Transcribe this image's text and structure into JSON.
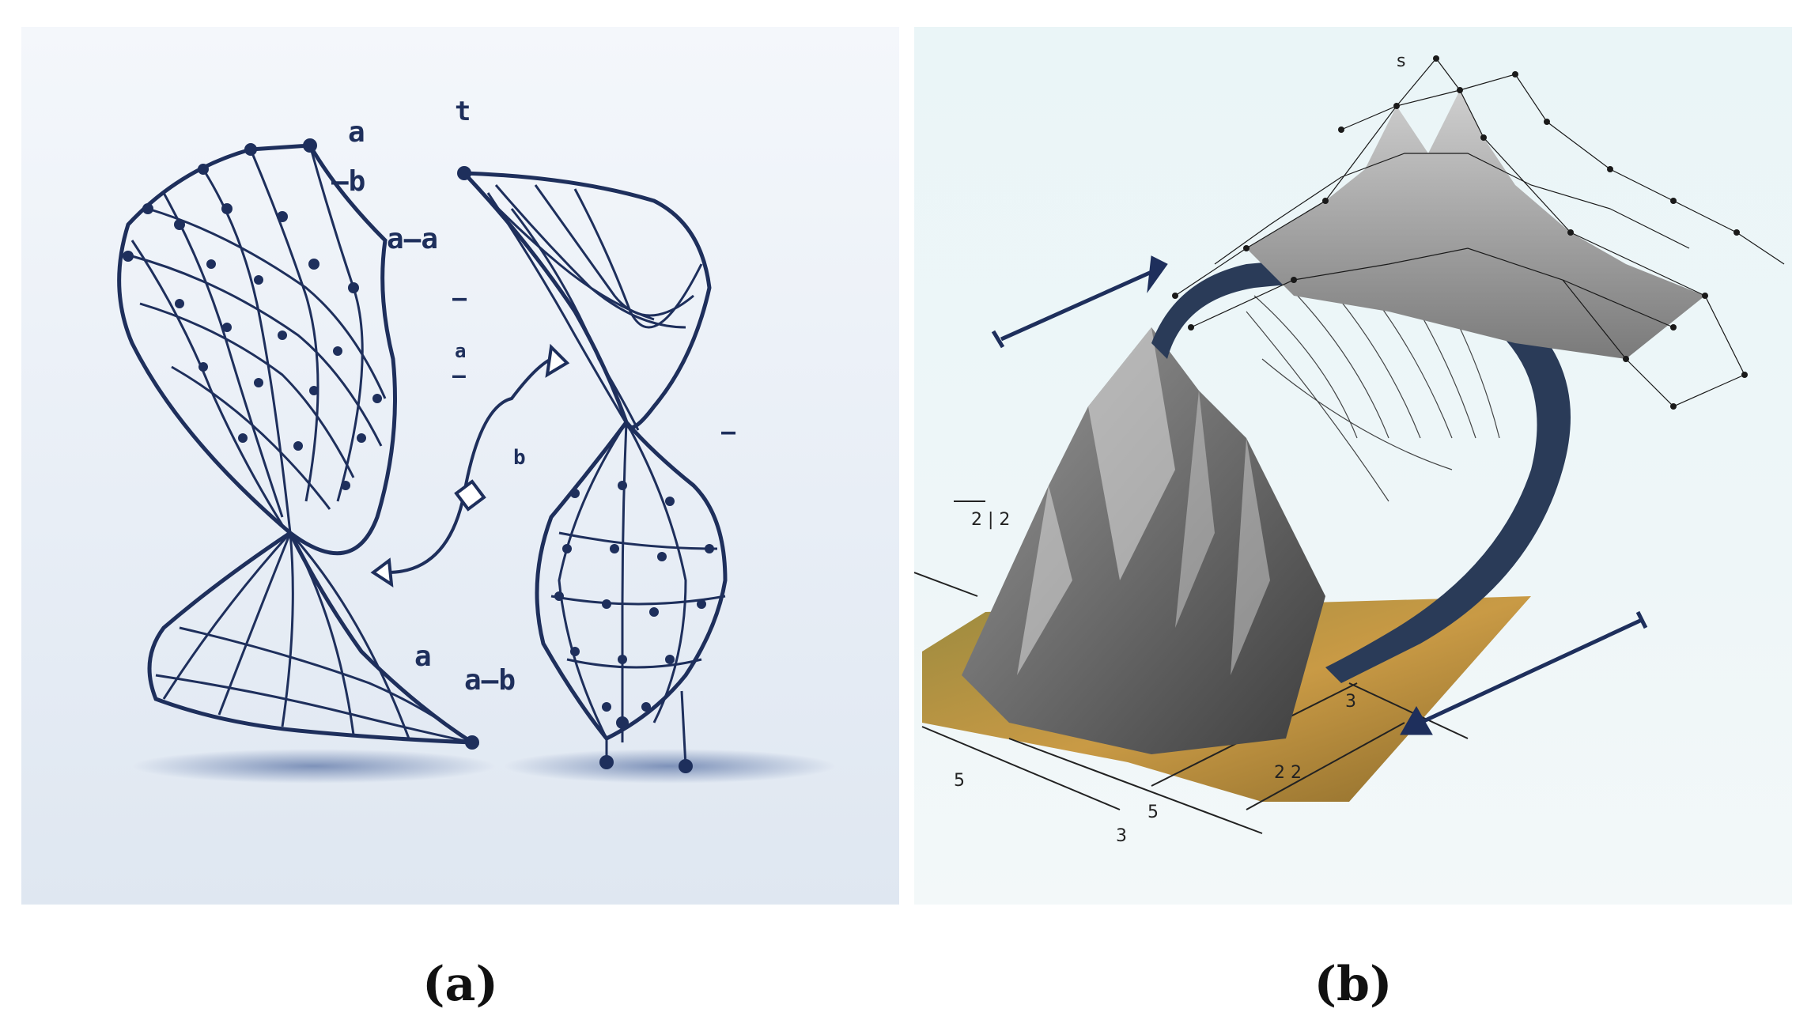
{
  "captions": {
    "a": "(a)",
    "b": "(b)"
  },
  "panel_a": {
    "labels": {
      "t": "t",
      "a_top": "a",
      "minus_b": "—b",
      "a_dash_a": "a—a",
      "dash1": "–",
      "a_small": "a",
      "dash2": "–",
      "b_mid": "b",
      "dash3": "–",
      "a_low": "a",
      "a_dash_b": "a—b"
    },
    "colors": {
      "mesh": "#1e2f5c",
      "background": "#e8eef6"
    }
  },
  "panel_b": {
    "labels": {
      "z_top": "s",
      "left_tick": "2 | 2",
      "bottom_left": "5",
      "bottom_3": "3",
      "bottom_5": "5",
      "right_22": "2 2",
      "right_3": "3"
    },
    "colors": {
      "ribbon": "#2a3b58",
      "grass": "#c99a45",
      "rock": "#6f6f6f",
      "background": "#eef6f8"
    }
  }
}
